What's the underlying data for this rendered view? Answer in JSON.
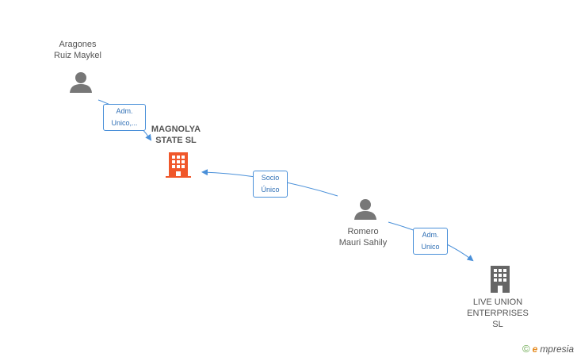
{
  "nodes": {
    "aragones": {
      "label": "Aragones\nRuiz Maykel"
    },
    "magnolya": {
      "label": "MAGNOLYA\nSTATE SL"
    },
    "romero": {
      "label": "Romero\nMauri Sahily"
    },
    "liveunion": {
      "label": "LIVE UNION\nENTERPRISES\nSL"
    }
  },
  "edges": {
    "aragones_magnolya": {
      "label": "Adm.\nUnico,..."
    },
    "romero_magnolya": {
      "label": "Socio\nÚnico"
    },
    "romero_liveunion": {
      "label": "Adm.\nUnico"
    }
  },
  "footer": {
    "copyright": "©",
    "brand_initial": "e",
    "brand_rest": "mpresia"
  },
  "colors": {
    "edge": "#4a90d9",
    "highlight_company": "#f0572a",
    "company": "#666666",
    "person": "#777777"
  }
}
